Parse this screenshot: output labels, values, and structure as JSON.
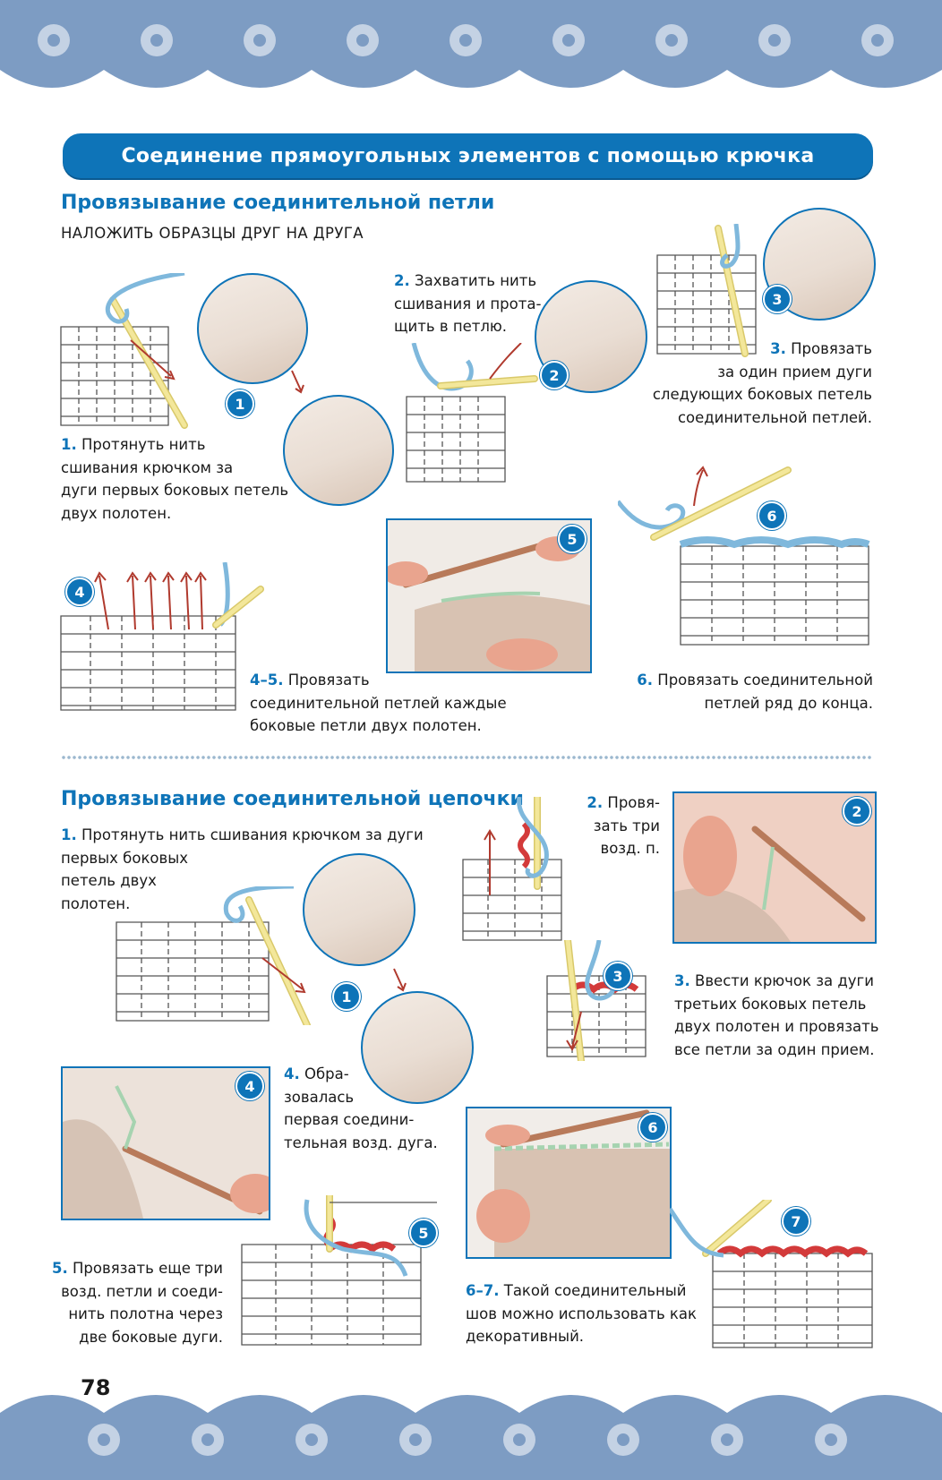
{
  "colors": {
    "accent": "#0e74b8",
    "lace": "#6f90b8",
    "yarn_blue": "#8ec6e6",
    "yarn_red": "#d33a3a",
    "hook_yellow": "#f3e79a",
    "fabric": "#e4d6cc"
  },
  "header": {
    "title": "Соединение прямоугольных элементов с помощью крючка"
  },
  "section1": {
    "title": "Провязывание соединительной петли",
    "subtitle": "НАЛОЖИТЬ ОБРАЗЦЫ ДРУГ НА ДРУГА",
    "steps": [
      {
        "num": "1.",
        "text": "Протянуть нить\nсшивания крючком за\nдуги первых боковых петель\nдвух полотен."
      },
      {
        "num": "2.",
        "text": "Захватить нить\nсшивания и прота-\nщить в петлю."
      },
      {
        "num": "3.",
        "text": "Провязать\nза один прием дуги\nследующих боковых петель\nсоединительной петлей."
      },
      {
        "num": "4–5.",
        "text": "Провязать\nсоединительной петлей каждые\nбоковые петли двух полотен."
      },
      {
        "num": "6.",
        "text": "Провязать соединительной\nпетлей ряд до конца."
      }
    ],
    "badges": [
      "1",
      "2",
      "3",
      "4",
      "5",
      "6"
    ]
  },
  "section2": {
    "title": "Провязывание соединительной цепочки",
    "steps": [
      {
        "num": "1.",
        "text": "Протянуть нить сшивания крючком за дуги\nпервых боковых\nпетель двух\nполотен."
      },
      {
        "num": "2.",
        "text": "Провя-\nзать три\nвозд. п."
      },
      {
        "num": "3.",
        "text": "Ввести крючок за дуги\nтретьих боковых петель\nдвух полотен и провязать\nвсе петли за один прием."
      },
      {
        "num": "4.",
        "text": "Обра-\nзовалась\nпервая соедини-\nтельная возд. дуга."
      },
      {
        "num": "5.",
        "text": "Провязать еще три\nвозд. петли и соеди-\nнить полотна через\nдве боковые дуги."
      },
      {
        "num": "6–7.",
        "text": "Такой соединительный\nшов можно использовать как\nдекоративный."
      }
    ],
    "badges": [
      "1",
      "2",
      "3",
      "4",
      "5",
      "6",
      "7"
    ]
  },
  "footer": {
    "page_number": "78"
  }
}
